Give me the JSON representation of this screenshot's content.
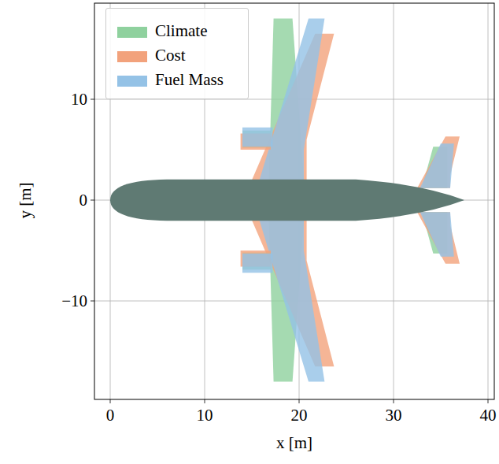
{
  "diagram": {
    "labels": [
      "10",
      "0",
      "−10",
      "0",
      "10",
      "20",
      "30",
      "40",
      "x [m]",
      "y [m]"
    ],
    "legend": [
      {
        "text": "Climate",
        "color": "#8fd19e"
      },
      {
        "text": "Cost",
        "color": "#f2a27c"
      },
      {
        "text": "Fuel Mass",
        "color": "#94c2e6"
      }
    ]
  }
}
